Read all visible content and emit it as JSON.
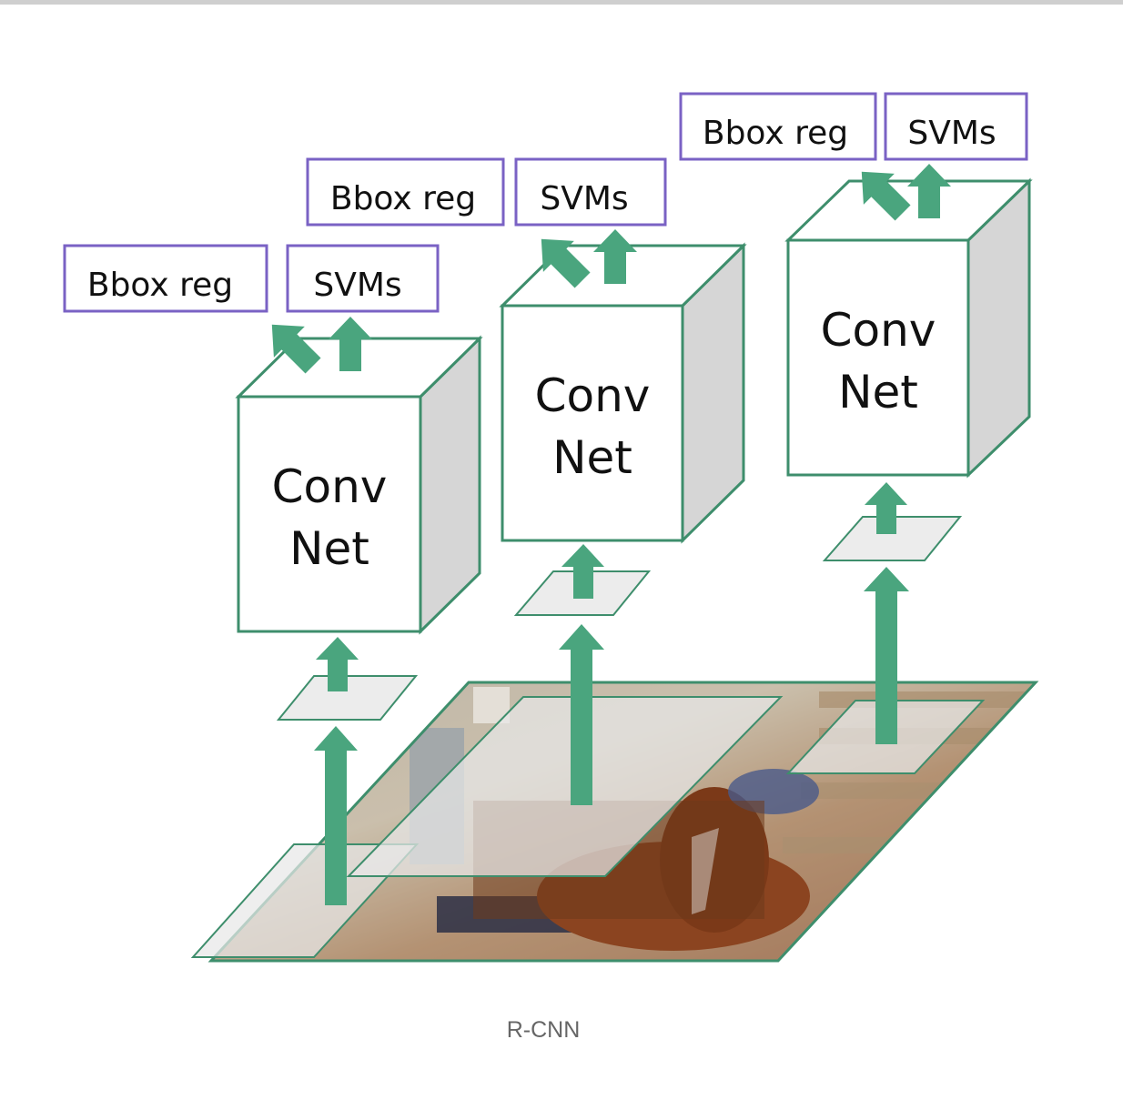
{
  "caption": "R-CNN",
  "colors": {
    "box_border": "#3e8e6c",
    "arrow": "#4aa57e",
    "label_border": "#7a62c4",
    "cube_side": "#d6d6d6",
    "patch": "#ececec"
  },
  "columns": [
    {
      "conv_line1": "Conv",
      "conv_line2": "Net",
      "bbox_label": "Bbox reg",
      "svm_label": "SVMs"
    },
    {
      "conv_line1": "Conv",
      "conv_line2": "Net",
      "bbox_label": "Bbox reg",
      "svm_label": "SVMs"
    },
    {
      "conv_line1": "Conv",
      "conv_line2": "Net",
      "bbox_label": "Bbox reg",
      "svm_label": "SVMs"
    }
  ]
}
